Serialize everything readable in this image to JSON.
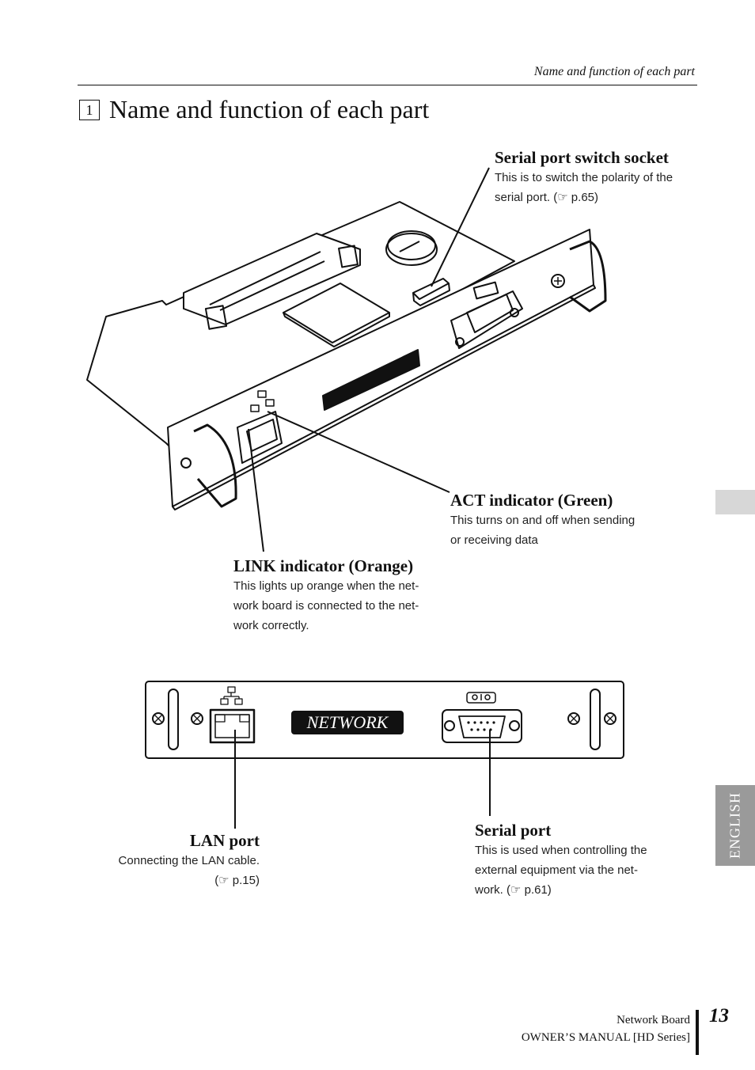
{
  "header": {
    "running_title": "Name and function of each part"
  },
  "section": {
    "number": "1",
    "title": "Name and function of each part"
  },
  "diagram_top": {
    "board_label": "NETWORK"
  },
  "labels": {
    "serial_switch": {
      "title": "Serial port switch socket",
      "desc1": "This is to switch the polarity of the",
      "desc2": "serial port. (☞ p.65)"
    },
    "act": {
      "title": "ACT indicator (Green)",
      "desc1": "This turns on and off when sending",
      "desc2": "or receiving data"
    },
    "link": {
      "title": "LINK indicator (Orange)",
      "desc1": "This lights up orange when the net-",
      "desc2": "work board is connected to the net-",
      "desc3": "work correctly."
    },
    "lan": {
      "title": "LAN port",
      "desc1": "Connecting the LAN cable.",
      "desc2": "(☞ p.15)"
    },
    "serial": {
      "title": "Serial port",
      "desc1": "This is used when controlling the",
      "desc2": "external equipment via the net-",
      "desc3": "work. (☞ p.61)"
    }
  },
  "diagram_front": {
    "board_label": "NETWORK"
  },
  "side_tab": {
    "language": "ENGLISH"
  },
  "footer": {
    "line1": "Network Board",
    "line2": "OWNER’S MANUAL [HD Series]",
    "page_number": "13"
  },
  "icons": [
    "network-icon",
    "serial-icon",
    "screw-icon",
    "pointing-hand-icon"
  ]
}
